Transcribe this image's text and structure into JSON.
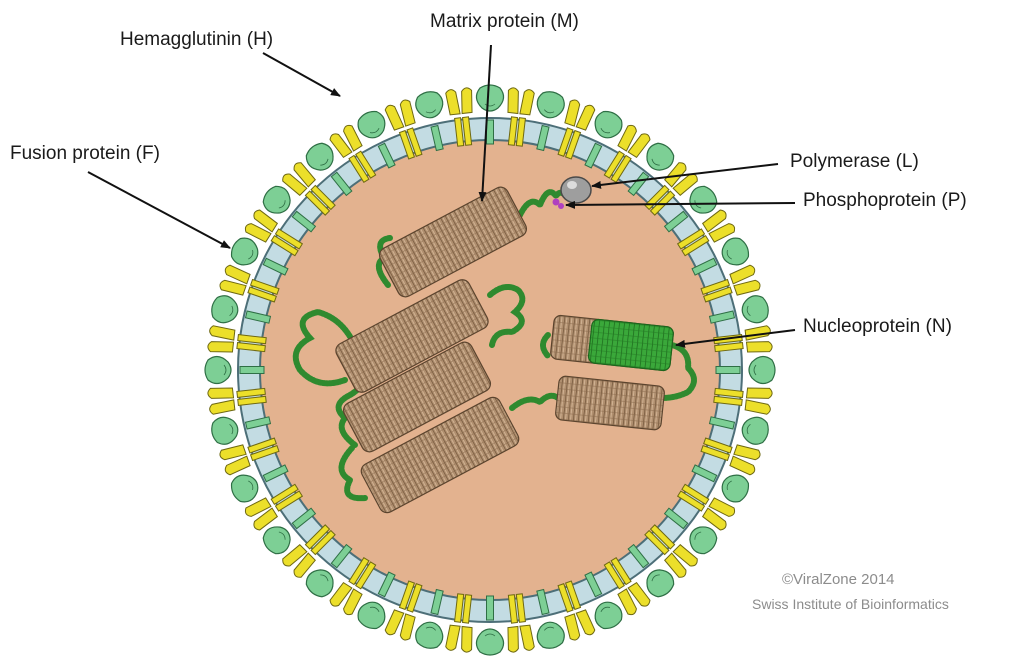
{
  "labels": {
    "hemagglutinin": "Hemagglutinin (H)",
    "matrix": "Matrix protein (M)",
    "fusion": "Fusion protein (F)",
    "polymerase": "Polymerase (L)",
    "phosphoprotein": "Phosphoprotein (P)",
    "nucleoprotein": "Nucleoprotein (N)"
  },
  "credit": {
    "line1": "©ViralZone 2014",
    "line2": "Swiss Institute of Bioinformatics"
  },
  "colors": {
    "interior": "#e3b28f",
    "membrane": "#c3dce3",
    "fusion_spike": "#7dcf95",
    "hemagglutinin_spike": "#ecdf2a",
    "capsid": "#a88a6c",
    "rna": "#2f8a2f",
    "nucleoprotein_active": "#38a838",
    "polymerase": "#9e9e9e"
  },
  "icons": {
    "fusion": "fusion-spike-icon",
    "hemagglutinin": "hemagglutinin-spike-icon",
    "polymerase": "polymerase-icon"
  }
}
